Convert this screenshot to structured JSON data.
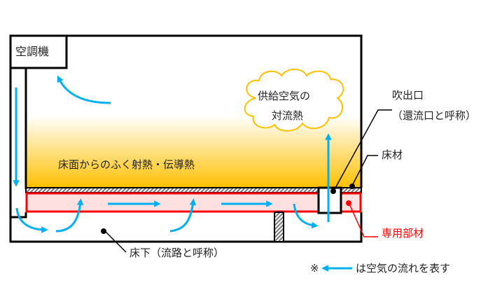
{
  "labels": {
    "ac_unit": "空調機",
    "radiant_heat": "床面からのふく射熱・伝導熱",
    "cloud_line1": "供給空気の",
    "cloud_line2": "対流熱",
    "outlet": "吹出口",
    "outlet_note": "（還流口と呼称）",
    "flooring": "床材",
    "dedicated_member": "専用部材",
    "underfloor": "床下（流路と呼称）",
    "legend_mark": "※",
    "legend_text": "は空気の流れを表す"
  },
  "colors": {
    "airflow": "#00b0f0",
    "dedicated_member": "#ff0000",
    "member_fill": "#ffe0e0",
    "heat": "#ffc000",
    "cloud": "#ffc000"
  }
}
